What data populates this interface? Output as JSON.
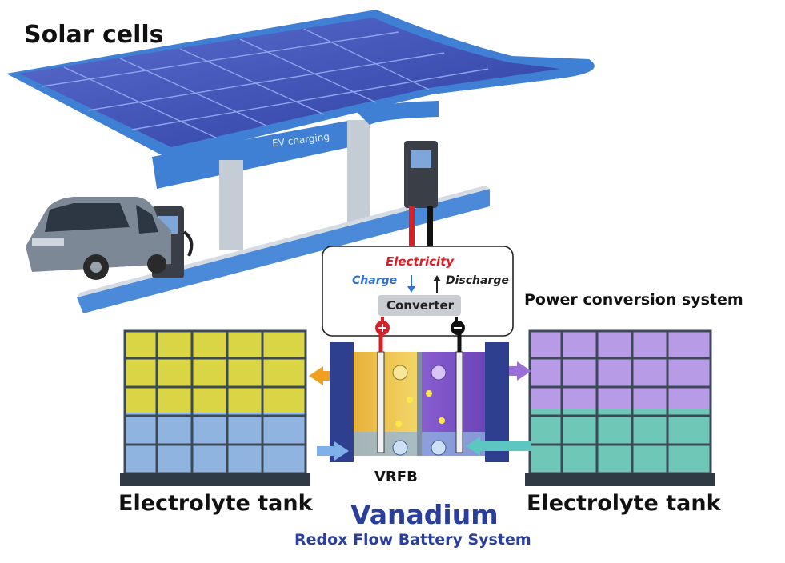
{
  "labels": {
    "solar_cells": "Solar cells",
    "ev_charging": "EV charging",
    "electricity": "Electricity",
    "charge": "Charge",
    "discharge": "Discharge",
    "converter": "Converter",
    "power_conversion_system": "Power conversion system",
    "electrolyte_tank_left": "Electrolyte tank",
    "electrolyte_tank_right": "Electrolyte tank",
    "vrfb": "VRFB",
    "vanadium": "Vanadium",
    "redox_flow_battery_system": "Redox Flow Battery System"
  },
  "colors": {
    "solar_panel": "#3f54b8",
    "canopy_frame": "#3f7fd4",
    "positive_electrolyte": "#e6df5a",
    "negative_electrolyte": "#b79be6",
    "lower_electrolyte_left": "#8fb4e0",
    "lower_electrolyte_right": "#6fc7b8",
    "wire_positive": "#d81f26",
    "wire_negative": "#111111",
    "title_blue": "#2a3f9c"
  }
}
